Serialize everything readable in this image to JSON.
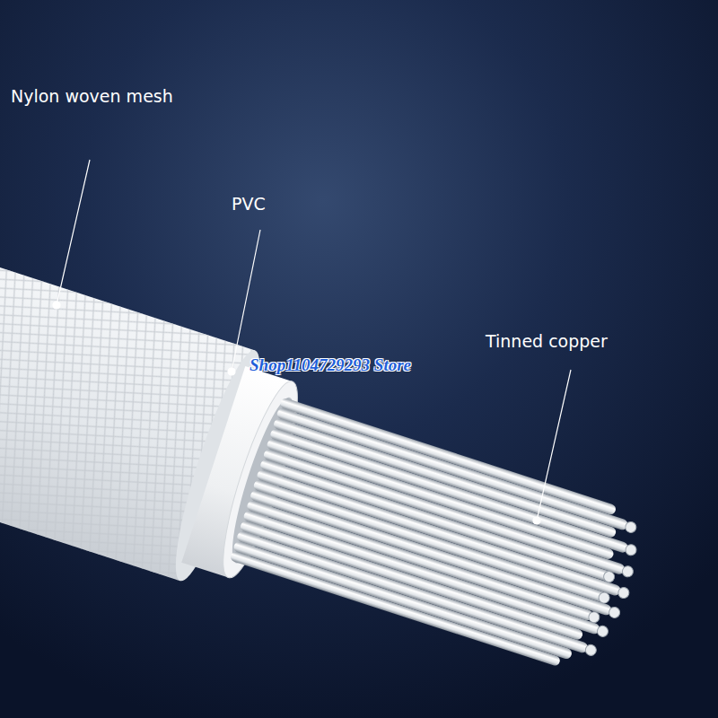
{
  "diagram": {
    "labels": [
      "Nylon woven mesh",
      "PVC",
      "Tinned copper",
      "Shop1104729293 Store"
    ]
  }
}
